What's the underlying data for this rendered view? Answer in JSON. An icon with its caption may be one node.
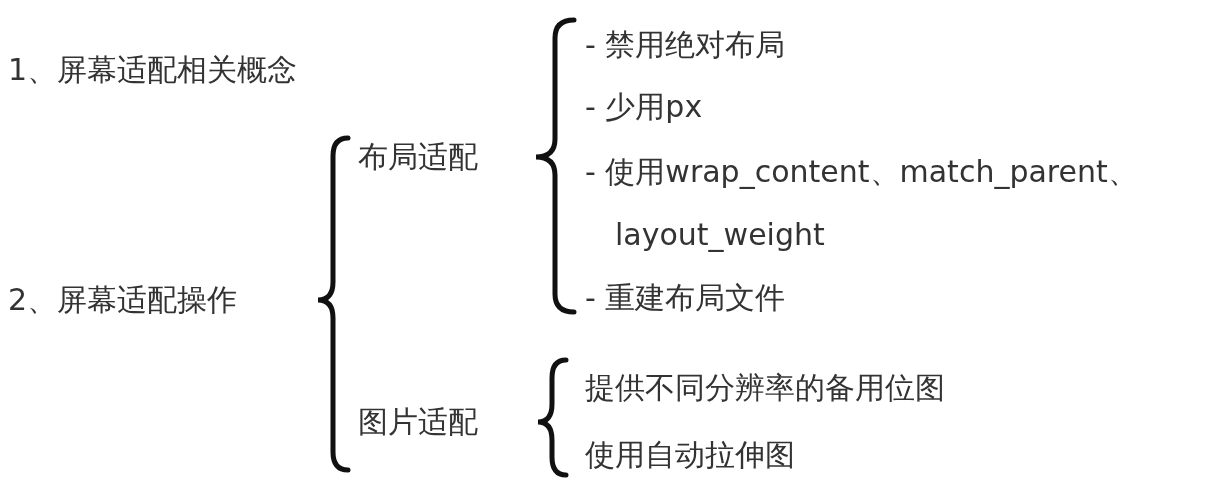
{
  "diagram": {
    "labels": [
      "1、屏幕适配相关概念",
      "2、屏幕适配操作",
      "布局适配",
      "- 禁用绝对布局",
      "- 少用px",
      "- 使用wrap_content、match_parent、layout_weight",
      "- 重建布局文件",
      "图片适配",
      "提供不同分辨率的备用位图",
      "使用自动拉伸图"
    ]
  }
}
